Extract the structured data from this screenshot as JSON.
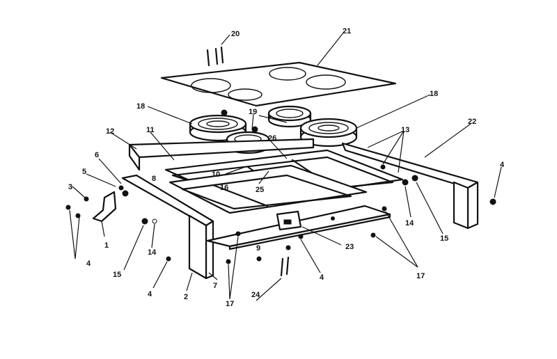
{
  "labels": {
    "p1": "1",
    "p2": "2",
    "p3": "3",
    "p4a": "4",
    "p4b": "4",
    "p4c": "4",
    "p4d": "4",
    "p5": "5",
    "p6": "6",
    "p7": "7",
    "p8": "8",
    "p9": "9",
    "p10": "10",
    "p11": "11",
    "p12": "12",
    "p13": "13",
    "p14a": "14",
    "p14b": "14",
    "p15a": "15",
    "p15b": "15",
    "p16": "16",
    "p17a": "17",
    "p17b": "17",
    "p18a": "18",
    "p18b": "18",
    "p19": "19",
    "p20": "20",
    "p21": "21",
    "p22": "22",
    "p23": "23",
    "p24": "24",
    "p25": "25",
    "p26": "26"
  }
}
